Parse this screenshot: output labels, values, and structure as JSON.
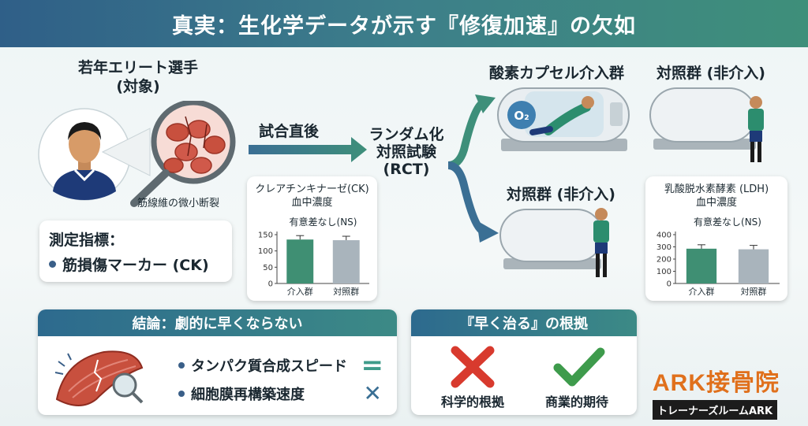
{
  "title": "真実：生化学データが示す『修復加速』の欠如",
  "subject": {
    "line1": "若年エリート選手",
    "line2": "(対象)"
  },
  "muscle_label": "筋線維の微小断裂",
  "measure": {
    "title": "測定指標：",
    "item": "筋損傷マーカー (CK)"
  },
  "flow": {
    "after_match": "試合直後",
    "rct_line1": "ランダム化",
    "rct_line2": "対照試験",
    "rct_line3": "(RCT)"
  },
  "groups": {
    "capsule": "酸素カプセル介入群",
    "control_top": "対照群 (非介入)",
    "control_bottom": "対照群 (非介入)",
    "o2_label": "O₂"
  },
  "conclusion": {
    "header": "結論：劇的に早くならない",
    "items": [
      {
        "label": "タンパク質合成スピード",
        "symbol": "="
      },
      {
        "label": "細胞膜再構築速度",
        "symbol": "✕"
      }
    ]
  },
  "basis": {
    "header": "『早く治る』の根拠",
    "items": [
      {
        "label": "科学的根拠"
      },
      {
        "label": "商業的期待"
      }
    ]
  },
  "brand": {
    "name": "ARK接骨院",
    "sub": "トレーナーズルームARK"
  },
  "colors": {
    "intervention_bar": "#3f8f73",
    "control_bar": "#a9b4bc",
    "accent_red": "#d83a2e",
    "accent_green": "#3e9b4c"
  },
  "chart_data": [
    {
      "type": "bar",
      "title": "クレアチンキナーゼ(CK) 血中濃度",
      "title_line1": "クレアチンキナーゼ(CK)",
      "title_line2": "血中濃度",
      "annotation": "有意差なし(NS)",
      "categories": [
        "介入群",
        "対照群"
      ],
      "values": [
        135,
        133
      ],
      "ylim": [
        0,
        150
      ],
      "yticks": [
        0,
        50,
        100,
        150
      ]
    },
    {
      "type": "bar",
      "title": "乳酸脱水素酵素 (LDH) 血中濃度",
      "title_line1": "乳酸脱水素酵素 (LDH)",
      "title_line2": "血中濃度",
      "annotation": "有意差なし(NS)",
      "categories": [
        "介入群",
        "対照群"
      ],
      "values": [
        285,
        280
      ],
      "ylim": [
        0,
        400
      ],
      "yticks": [
        0,
        100,
        200,
        300,
        400
      ]
    }
  ]
}
